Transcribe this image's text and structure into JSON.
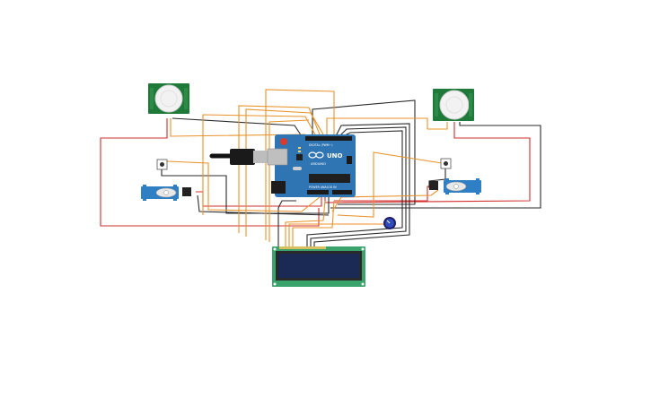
{
  "circuit": {
    "arduino": {
      "logo_text": "UNO",
      "brand_text": "ARDUINO",
      "pin_labels_top": "DIGITAL (PWM~)",
      "pin_labels_bottom": "POWER   ANALOG IN"
    },
    "components": {
      "pir_sensors": 2,
      "servos": 2,
      "pushbuttons": 2,
      "lcd": "16x2",
      "potentiometer": 1
    },
    "colors": {
      "board": "#2f74b3",
      "wire_orange": "#e8932a",
      "wire_black": "#2b2b2b",
      "wire_red": "#d22c2c",
      "pcb_green": "#1f7a3a",
      "lcd_frame": "#3aa36b",
      "lcd_screen": "#1b2a55",
      "servo_blue": "#2f7fc4",
      "pir_dome": "#f2f2f2"
    }
  }
}
